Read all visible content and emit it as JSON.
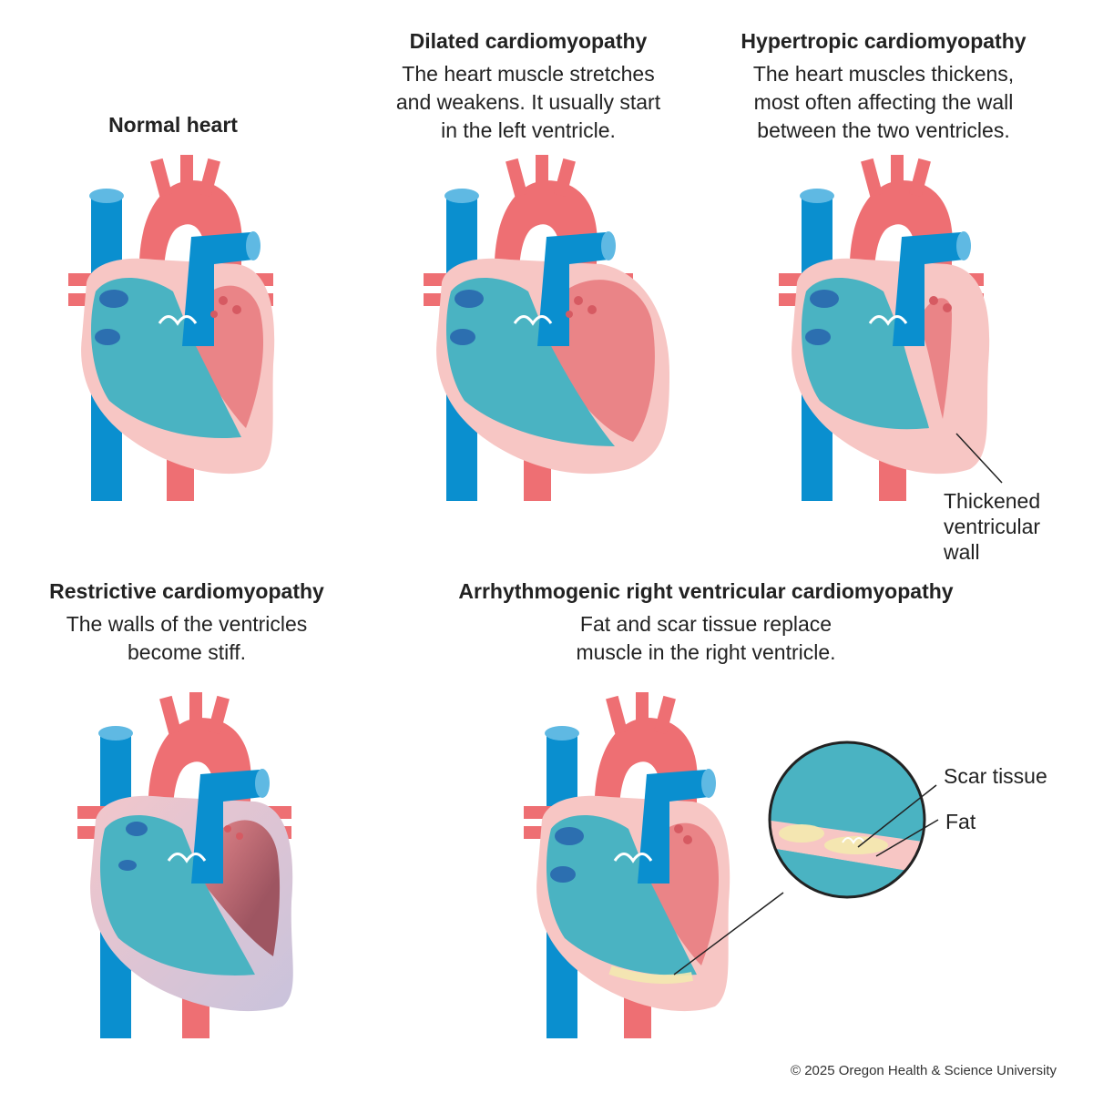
{
  "colors": {
    "vein_blue": "#0a8fcf",
    "artery_red": "#ee6f73",
    "muscle_pink": "#f7c6c4",
    "right_chamber_teal": "#4ab3c2",
    "left_chamber_red": "#ea8487",
    "valve_dark_blue": "#2c6fb0",
    "fat_yellow": "#f3e8b0"
  },
  "panels": {
    "normal": {
      "title": "Normal heart",
      "description": ""
    },
    "dilated": {
      "title": "Dilated cardiomyopathy",
      "description": "The heart muscle stretches\nand weakens. It usually start\nin the left ventricle."
    },
    "hypertrophic": {
      "title": "Hypertropic cardiomyopathy",
      "description": "The heart muscles thickens,\nmost often affecting the wall\nbetween the two ventricles.",
      "callout": "Thickened\nventricular\nwall"
    },
    "restrictive": {
      "title": "Restrictive cardiomyopathy",
      "description": "The walls of the ventricles\nbecome stiff."
    },
    "arrhythmogenic": {
      "title": "Arrhythmogenic right ventricular cardiomyopathy",
      "description": "Fat and scar tissue replace\nmuscle in the right ventricle.",
      "callout_scar": "Scar tissue",
      "callout_fat": "Fat"
    }
  },
  "copyright": "© 2025 Oregon Health & Science University"
}
